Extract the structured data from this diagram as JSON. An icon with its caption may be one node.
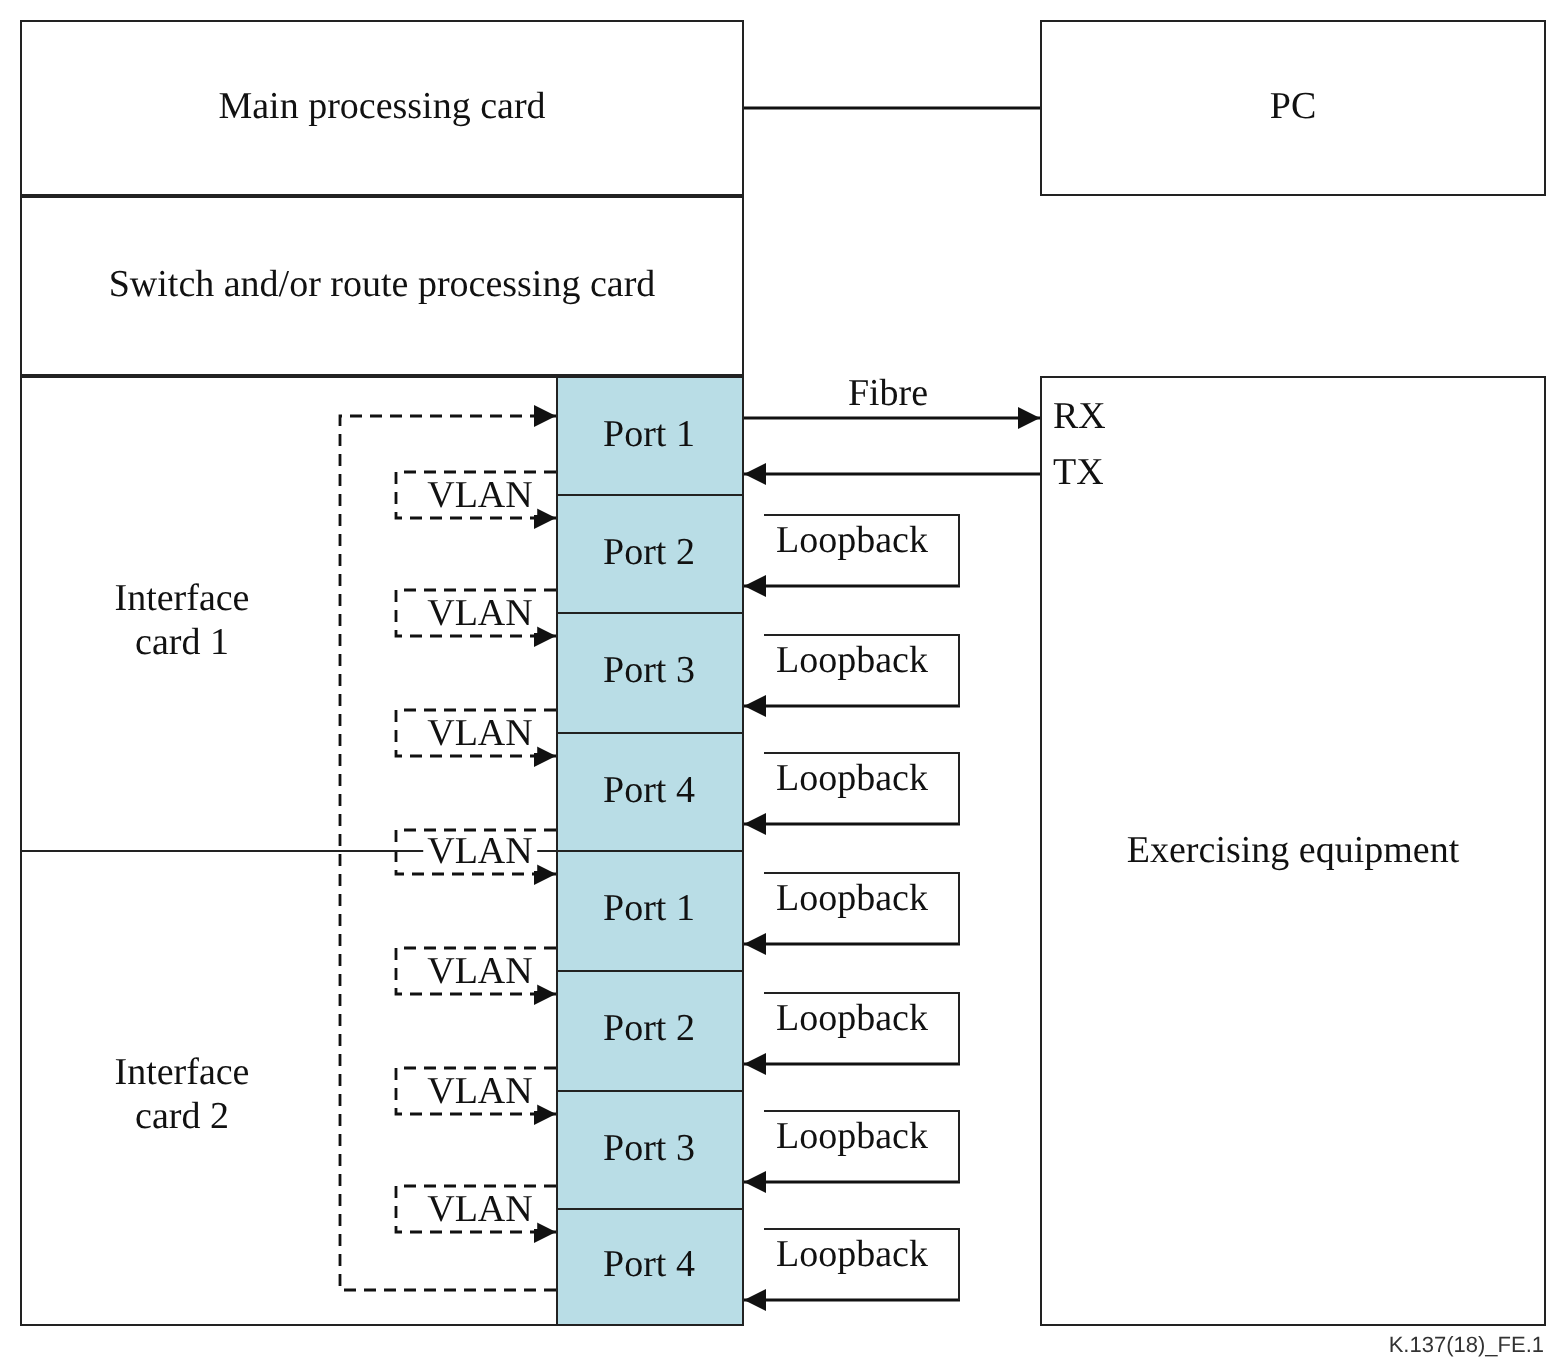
{
  "diagram": {
    "nodes": [
      {
        "text": [
          "Main processing card"
        ]
      },
      {
        "text": [
          "PC"
        ]
      },
      {
        "text": [
          "Switch and/or route processing card"
        ]
      },
      {
        "text": [
          "Interface card 1"
        ]
      },
      {
        "text": [
          "Port 1"
        ],
        "in": 3
      },
      {
        "text": [
          "Port 2"
        ],
        "in": 3
      },
      {
        "text": [
          "Port 3"
        ],
        "in": 3
      },
      {
        "text": [
          "Port 4"
        ],
        "in": 3
      },
      {
        "text": [
          "Interface card 2"
        ]
      },
      {
        "text": [
          "Port 1"
        ],
        "in": 8
      },
      {
        "text": [
          "Port 2"
        ],
        "in": 8
      },
      {
        "text": [
          "Port 3"
        ],
        "in": 8
      },
      {
        "text": [
          "Port 4"
        ],
        "in": 8
      },
      {
        "text": [
          "Exercising equipment"
        ]
      },
      {
        "text": [
          "RX"
        ],
        "in": 13
      },
      {
        "text": [
          "TX"
        ],
        "in": 13
      },
      {
        "text": [
          "Loopback"
        ]
      },
      {
        "text": [
          "Loopback"
        ]
      },
      {
        "text": [
          "Loopback"
        ]
      },
      {
        "text": [
          "Loopback"
        ]
      },
      {
        "text": [
          "Loopback"
        ]
      },
      {
        "text": [
          "Loopback"
        ]
      },
      {
        "text": [
          "Loopback"
        ]
      }
    ],
    "edges": [
      {
        "from": 0,
        "to": 1,
        "arrow": "none"
      },
      {
        "from": 4,
        "to": 14,
        "arrow": "to",
        "label": "Fibre"
      },
      {
        "from": 15,
        "to": 4,
        "arrow": "to"
      },
      {
        "from": 16,
        "to": 5,
        "arrow": "to"
      },
      {
        "from": 17,
        "to": 6,
        "arrow": "to"
      },
      {
        "from": 18,
        "to": 7,
        "arrow": "to"
      },
      {
        "from": 19,
        "to": 9,
        "arrow": "to"
      },
      {
        "from": 20,
        "to": 10,
        "arrow": "to"
      },
      {
        "from": 21,
        "to": 11,
        "arrow": "to"
      },
      {
        "from": 22,
        "to": 12,
        "arrow": "to"
      },
      {
        "from": 4,
        "to": 5,
        "arrow": "to",
        "label": "VLAN",
        "style": "dashed"
      },
      {
        "from": 5,
        "to": 6,
        "arrow": "to",
        "label": "VLAN",
        "style": "dashed"
      },
      {
        "from": 6,
        "to": 7,
        "arrow": "to",
        "label": "VLAN",
        "style": "dashed"
      },
      {
        "from": 7,
        "to": 9,
        "arrow": "to",
        "label": "VLAN",
        "style": "dashed"
      },
      {
        "from": 9,
        "to": 10,
        "arrow": "to",
        "label": "VLAN",
        "style": "dashed"
      },
      {
        "from": 10,
        "to": 11,
        "arrow": "to",
        "label": "VLAN",
        "style": "dashed"
      },
      {
        "from": 11,
        "to": 12,
        "arrow": "to",
        "label": "VLAN",
        "style": "dashed"
      },
      {
        "from": 12,
        "to": 4,
        "arrow": "to",
        "style": "dashed"
      }
    ],
    "labels": [
      "K.137(18)_FE.1"
    ]
  }
}
